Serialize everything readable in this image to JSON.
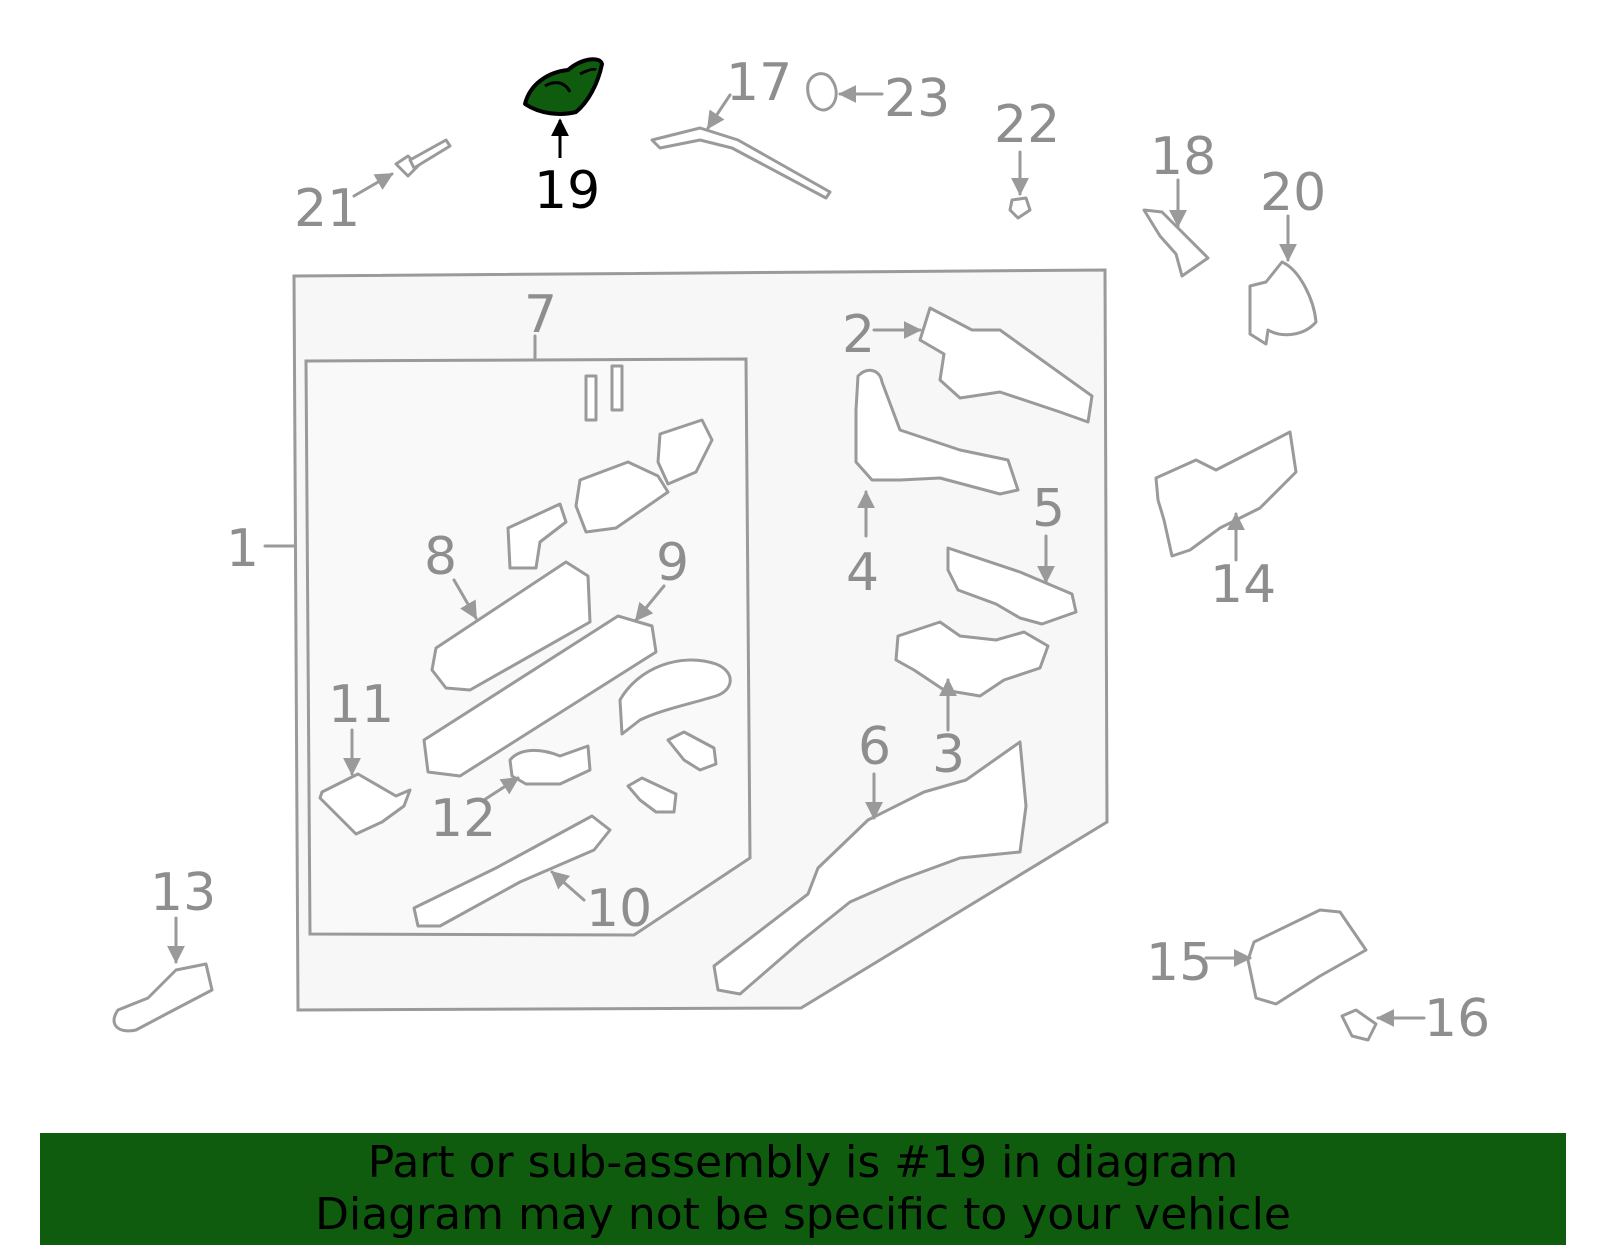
{
  "highlight_color": "#0f5c0f",
  "highlighted_part": "19",
  "callouts": {
    "c1": "1",
    "c2": "2",
    "c3": "3",
    "c4": "4",
    "c5": "5",
    "c6": "6",
    "c7": "7",
    "c8": "8",
    "c9": "9",
    "c10": "10",
    "c11": "11",
    "c12": "12",
    "c13": "13",
    "c14": "14",
    "c15": "15",
    "c16": "16",
    "c17": "17",
    "c18": "18",
    "c19": "19",
    "c20": "20",
    "c21": "21",
    "c22": "22",
    "c23": "23"
  },
  "banner": {
    "line1": "Part or sub-assembly is #19 in diagram",
    "line2": "Diagram may not be specific to your vehicle"
  }
}
